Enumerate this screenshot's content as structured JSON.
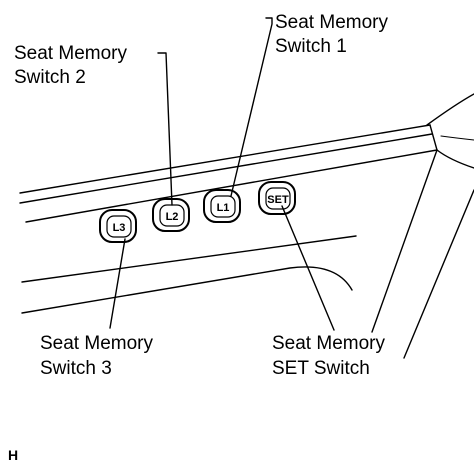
{
  "switches": {
    "l3": "L3",
    "l2": "L2",
    "l1": "L1",
    "set": "SET"
  },
  "callouts": {
    "switch1": {
      "line1": "Seat Memory",
      "line2": "Switch 1"
    },
    "switch2": {
      "line1": "Seat Memory",
      "line2": "Switch 2"
    },
    "switch3": {
      "line1": "Seat Memory",
      "line2": "Switch 3"
    },
    "set_switch": {
      "line1": "Seat Memory",
      "line2": "SET Switch"
    }
  },
  "corner_mark": "H"
}
